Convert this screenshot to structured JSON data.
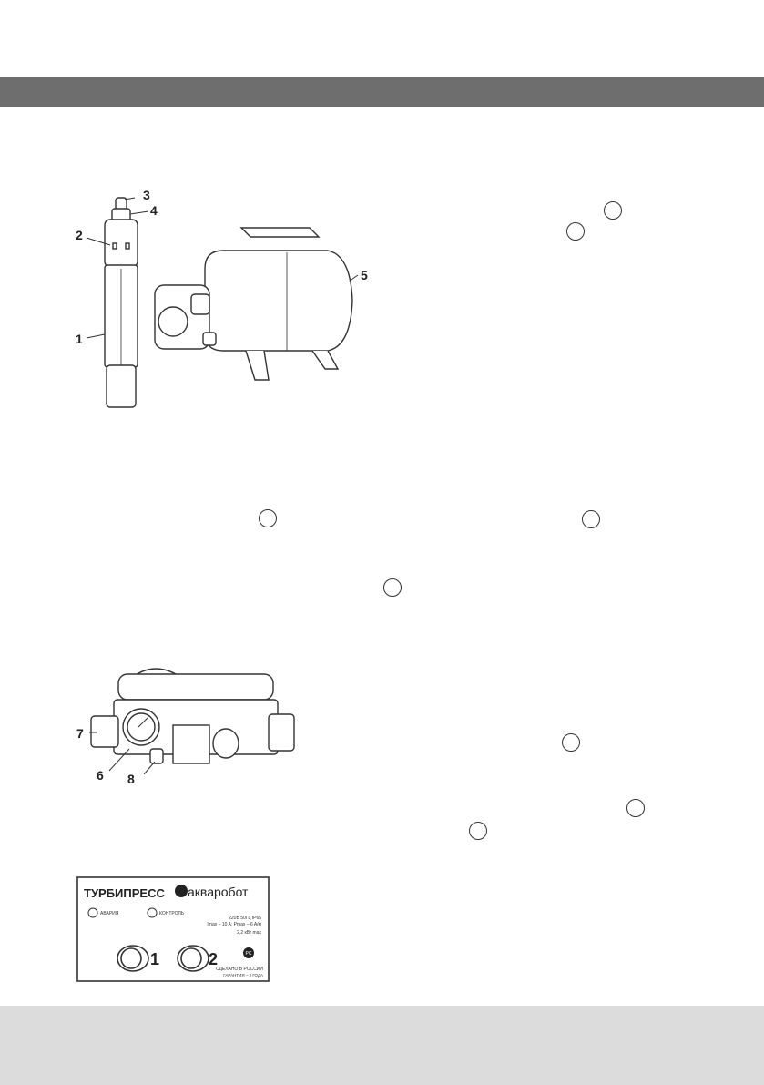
{
  "figure1": {
    "callouts": [
      "1",
      "2",
      "3",
      "4",
      "5"
    ]
  },
  "figure2": {
    "callouts": [
      "6",
      "7",
      "8"
    ]
  },
  "panel": {
    "brand": "ТУРБИПРЕСС",
    "logo_text": "акваробот",
    "indicator_alarm": "АВАРИЯ",
    "indicator_control": "КОНТРОЛЬ",
    "spec_line1": "220В 50Гц IP65",
    "spec_line2": "Imax – 10 A; Pmax – 6 A/м",
    "spec_line3": "2,2 кВт max",
    "button1": "1",
    "button2": "2",
    "made_in": "СДЕЛАНО В РОССИИ",
    "warranty": "ГАРАНТИЯ – 2 ГОДА",
    "cert_mark": "РС"
  },
  "colors": {
    "top_bar": "#6e6e6e",
    "bottom_band": "#dcdcdc",
    "line": "#333333"
  }
}
